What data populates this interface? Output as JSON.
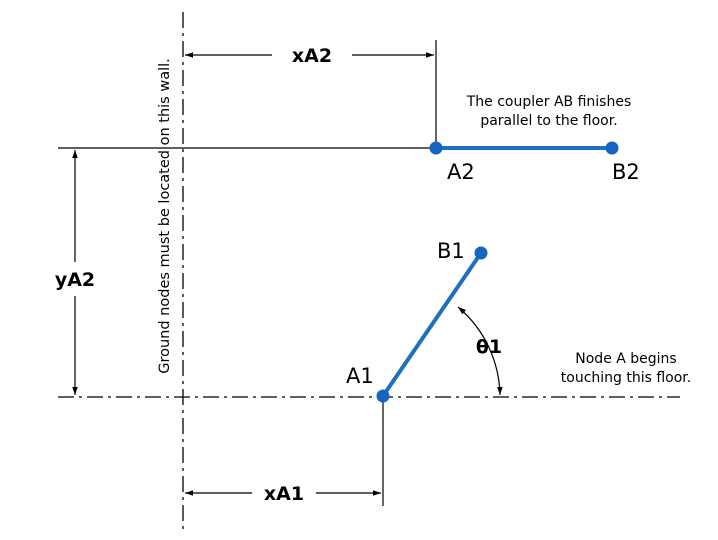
{
  "points": {
    "a1": "A1",
    "b1": "B1",
    "a2": "A2",
    "b2": "B2"
  },
  "dimensions": {
    "xA2": "xA2",
    "yA2": "yA2",
    "xA1": "xA1",
    "theta1": "θ1"
  },
  "notes": {
    "coupler_line1": "The coupler AB finishes",
    "coupler_line2": "parallel to the floor.",
    "floor_line1": "Node A begins",
    "floor_line2": "touching this floor.",
    "wall": "Ground nodes must be located on this wall."
  },
  "colors": {
    "link": "#1f6fbf",
    "node": "#1565c0",
    "line": "#000000"
  }
}
